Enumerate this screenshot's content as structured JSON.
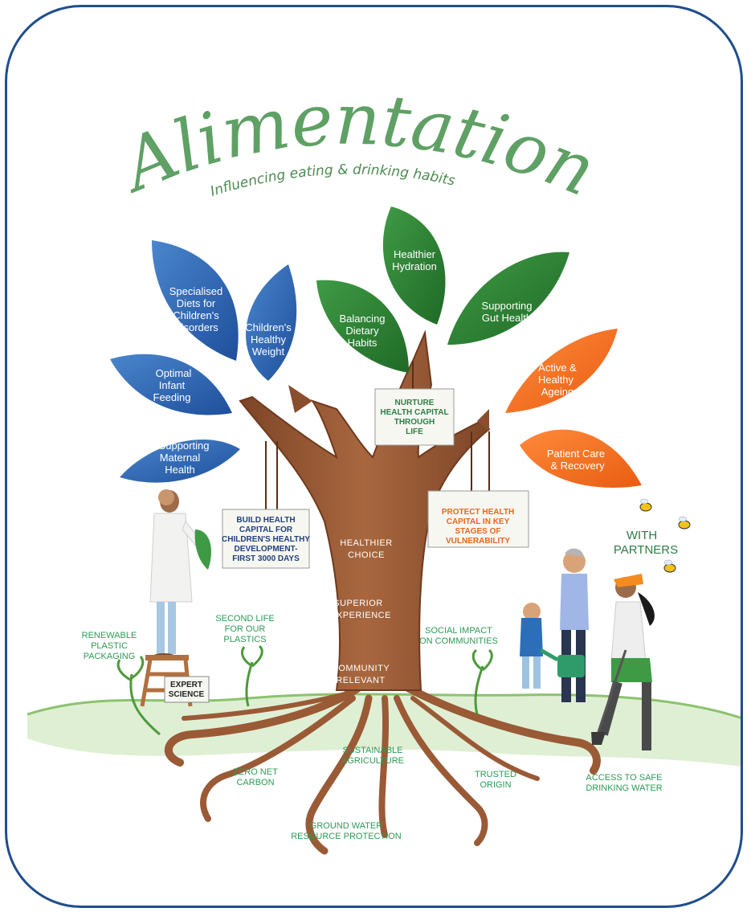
{
  "title": "Alimentation",
  "subtitle": "Influencing eating & drinking habits",
  "leaves": {
    "specialised_diets": [
      "Specialised",
      "Diets for",
      "Children's",
      "Disorders"
    ],
    "childrens_weight": [
      "Children's",
      "Healthy",
      "Weight"
    ],
    "infant_feeding": [
      "Optimal",
      "Infant",
      "Feeding"
    ],
    "maternal_health": [
      "Supporting",
      "Maternal",
      "Health"
    ],
    "dietary_habits": [
      "Balancing",
      "Dietary",
      "Habits"
    ],
    "hydration": [
      "Healthier",
      "Hydration"
    ],
    "gut_health": [
      "Supporting",
      "Gut Health"
    ],
    "active_ageing": [
      "Active &",
      "Healthy",
      "Ageing"
    ],
    "patient_care": [
      "Patient Care",
      "& Recovery"
    ]
  },
  "signs": {
    "nurture": [
      "NURTURE",
      "HEALTH CAPITAL",
      "THROUGH",
      "LIFE"
    ],
    "build": [
      "BUILD HEALTH",
      "CAPITAL FOR",
      "CHILDREN'S HEALTHY",
      "DEVELOPMENT-",
      "FIRST 3000 DAYS"
    ],
    "protect": [
      "PROTECT HEALTH",
      "CAPITAL IN KEY",
      "STAGES OF",
      "VULNERABILITY"
    ],
    "expert": [
      "EXPERT",
      "SCIENCE"
    ]
  },
  "trunk": {
    "healthier_choice": [
      "HEALTHIER",
      "CHOICE"
    ],
    "superior_experience": [
      "SUPERIOR",
      "EXPERIENCE"
    ],
    "community_relevant": [
      "COMMUNITY",
      "RELEVANT"
    ]
  },
  "ground": {
    "renewable_packaging": [
      "RENEWABLE",
      "PLASTIC",
      "PACKAGING"
    ],
    "second_life": [
      "SECOND LIFE",
      "FOR OUR",
      "PLASTICS"
    ],
    "social_impact": [
      "SOCIAL IMPACT",
      "ON COMMUNITIES"
    ],
    "zero_net_carbon": [
      "ZERO NET",
      "CARBON"
    ],
    "sustainable_agriculture": [
      "SUSTAINABLE",
      "AGRICULTURE"
    ],
    "trusted_origin": [
      "TRUSTED",
      "ORIGIN"
    ],
    "safe_water": [
      "ACCESS TO SAFE",
      "DRINKING WATER"
    ],
    "ground_water": [
      "GROUND WATER",
      "RESOURCE PROTECTION"
    ]
  },
  "partners": [
    "WITH",
    "PARTNERS"
  ],
  "colors": {
    "frame": "#1f4e8c",
    "blue_leaf": "#2f66b0",
    "green_leaf": "#2f7d32",
    "orange_leaf": "#f26f21",
    "trunk": "#9a5a36",
    "title_green": "#5fa065",
    "ground_text": "#2e9a56",
    "sign_blue": "#1f3f7a",
    "sign_green": "#2e7d45",
    "sign_orange": "#e8651c"
  }
}
